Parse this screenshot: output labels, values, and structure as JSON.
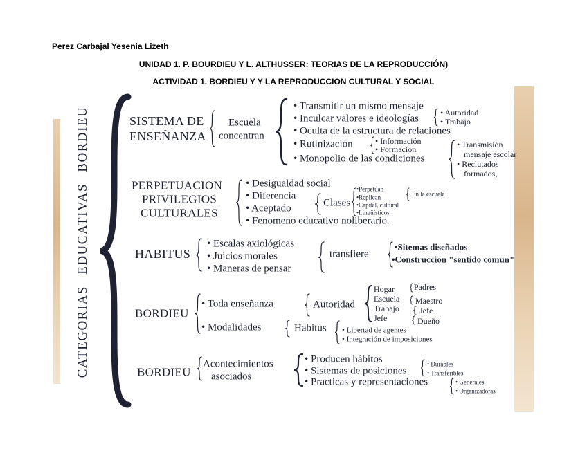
{
  "header": {
    "author": "Perez Carbajal Yesenia Lizeth",
    "unit": "UNIDAD 1. P. BOURDIEU Y L. ALTHUSSER: TEORIAS DE LA REPRODUCCIÓN)",
    "activity": "ACTIVIDAD 1. BORDIEU Y Y LA REPRODUCCION CULTURAL Y SOCIAL"
  },
  "map": {
    "vertical_title": "CATEGORIAS EDUCATIVAS BORDIEU",
    "s1": {
      "title1": "SISTEMA DE",
      "title2": "ENSEÑANZA",
      "sub1": "Escuela",
      "sub2": "concentran",
      "items": [
        "• Transmitir un mismo mensaje",
        "• Inculcar valores e ideologías",
        "• Oculta de la estructura de relaciones",
        "• Rutinización",
        "• Monopolio de las condiciones"
      ],
      "valores": [
        "• Autoridad",
        "• Trabajo"
      ],
      "rutinizacion": [
        "• Información",
        "• Formacion"
      ],
      "monopolio": [
        "• Transmisión",
        "mensaje escolar",
        "• Reclutados",
        "formados,"
      ]
    },
    "s2": {
      "title": [
        "PERPETUACION",
        "PRIVILEGIOS",
        "CULTURALES"
      ],
      "items": [
        "• Desigualdad social",
        "• Diferencia",
        "• Aceptado",
        "• Fenomeno educativo noliberario."
      ],
      "clases": "Clases",
      "clases_items": [
        "•Perpetúan",
        "•Replican",
        "•Capital, cultural",
        "•Lingüísticos"
      ],
      "escuela": "En la escuela"
    },
    "s3": {
      "title": "HABITUS",
      "items": [
        "• Escalas axiológicas",
        "• Juicios morales",
        "• Maneras de pensar"
      ],
      "transfiere": "transfiere",
      "results": [
        "•Sitemas diseñados",
        "•Construccion \"sentido comun\""
      ]
    },
    "s4": {
      "title": "BORDIEU",
      "toda": "• Toda enseñanza",
      "autoridad": "Autoridad",
      "places": [
        "Hogar",
        "Escuela",
        "Trabajo",
        "Jefe"
      ],
      "roles": [
        "Padres",
        "Maestro",
        "Jefe",
        "Dueño"
      ],
      "modalidades": "• Modalidades",
      "habitus": "Habitus",
      "habitus_items": [
        "• Libertad de agentes",
        "• Integración de imposiciones"
      ]
    },
    "s5": {
      "title": "BORDIEU",
      "sub1": "Acontecimientos",
      "sub2": "asociados",
      "items": [
        "• Producen hábitos",
        "• Sistemas de posiciones",
        "• Practicas y representaciones"
      ],
      "posiciones": [
        "• Durables",
        "• Transferibles"
      ],
      "practicas": [
        "• Generales",
        "• Organizadoras"
      ]
    }
  },
  "colors": {
    "text": "#1f2233",
    "accent_strip": "#dcb993"
  }
}
